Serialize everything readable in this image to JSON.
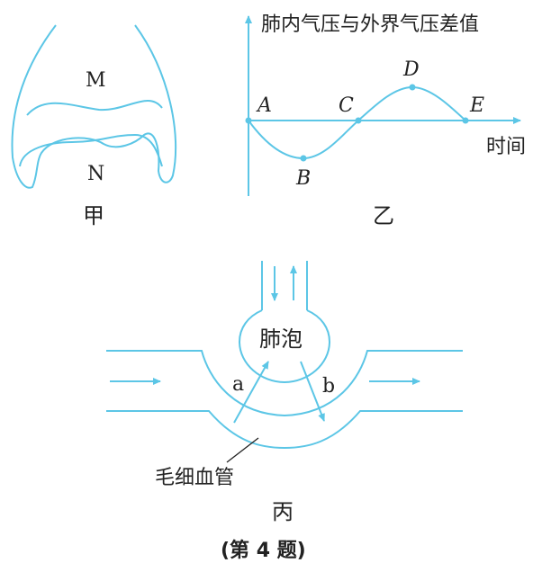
{
  "figure_jia": {
    "label_upper": "M",
    "label_lower": "N",
    "caption": "甲"
  },
  "figure_yi": {
    "y_axis_label": "肺内气压与外界气压差值",
    "x_axis_label": "时间",
    "caption": "乙",
    "points": [
      "A",
      "B",
      "C",
      "D",
      "E"
    ]
  },
  "figure_bing": {
    "alveolus_label": "肺泡",
    "arrow_a": "a",
    "arrow_b": "b",
    "capillary_label": "毛细血管",
    "caption": "丙"
  },
  "question_caption": "(第 4 题)"
}
